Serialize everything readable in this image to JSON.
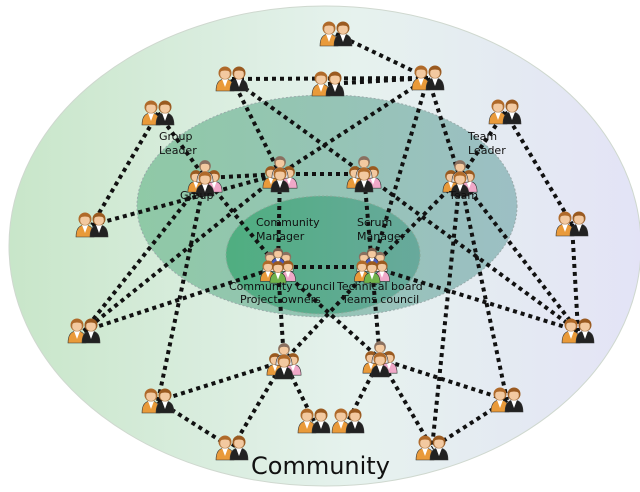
{
  "diagram": {
    "title": "Community",
    "labels": {
      "group_leader_1": "Group",
      "group_leader_2": "Leader",
      "group": "Group",
      "community_manager_1": "Community",
      "community_manager_2": "Manager",
      "scrum_manager_1": "Scrum",
      "scrum_manager_2": "Manager",
      "team_leader_1": "Team",
      "team_leader_2": "Leader",
      "team": "Team",
      "community_council": "Community council",
      "project_owners": "Project owners",
      "technical_board": "Technical board",
      "teams_council": "Teams council"
    }
  }
}
